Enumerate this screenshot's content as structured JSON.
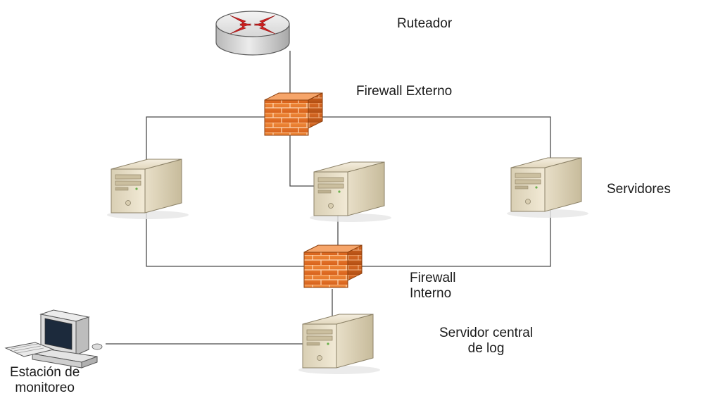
{
  "labels": {
    "router": "Ruteador",
    "external_firewall": "Firewall Externo",
    "servers": "Servidores",
    "internal_firewall_line1": "Firewall",
    "internal_firewall_line2": "Interno",
    "log_server_line1": "Servidor central",
    "log_server_line2": "de log",
    "monitoring_line1": "Estación de",
    "monitoring_line2": "monitoreo"
  },
  "colors": {
    "wire": "#4a4a4a",
    "firewall_brick": "#e8782a",
    "server_body": "#e6dcc4",
    "router_body": "#d8d8d8",
    "router_arrows": "#d42020"
  },
  "icons": {
    "router": "router-icon",
    "firewall": "firewall-icon",
    "server": "server-icon",
    "workstation": "workstation-icon"
  }
}
